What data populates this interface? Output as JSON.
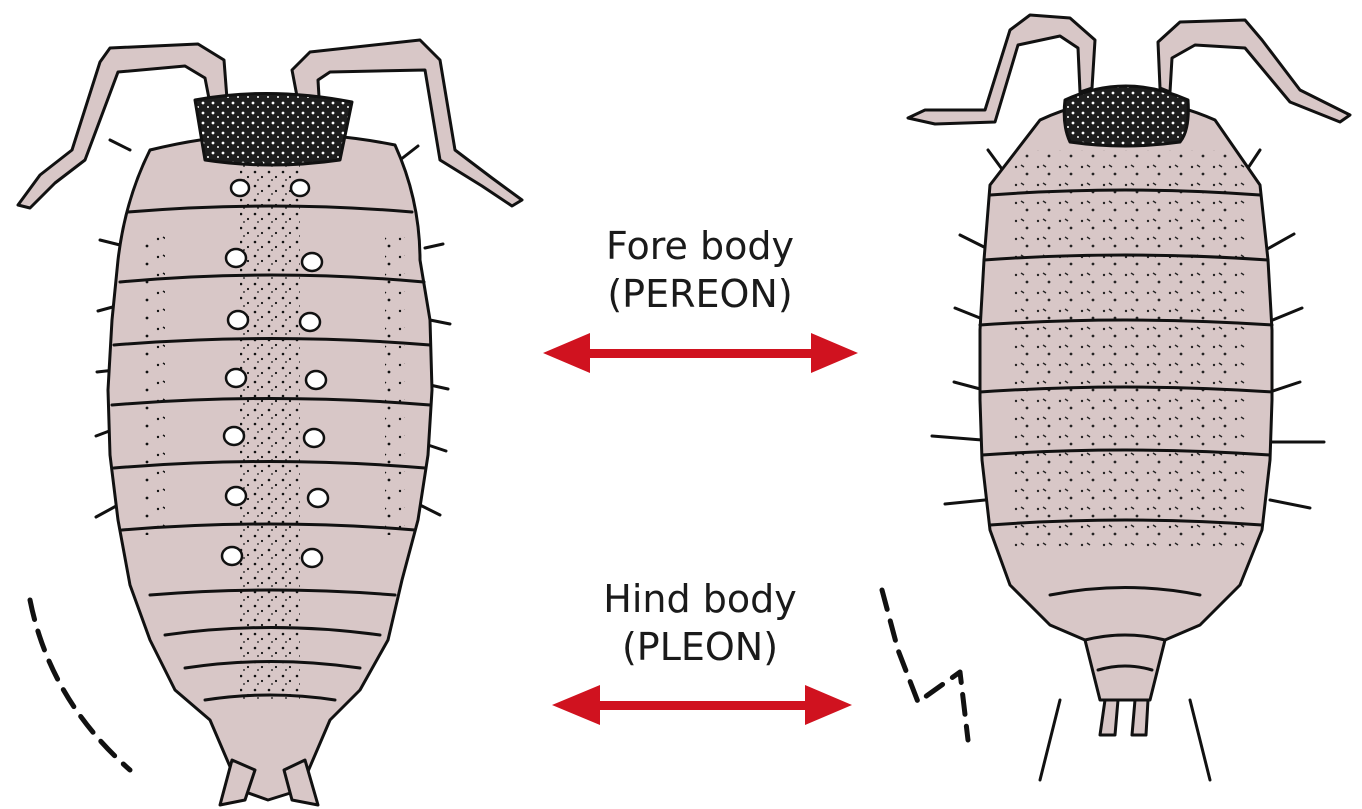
{
  "diagram": {
    "fore_body": {
      "line1": "Fore body",
      "line2": "(PEREON)"
    },
    "hind_body": {
      "line1": "Hind body",
      "line2": "(PLEON)"
    }
  },
  "colors": {
    "body_fill": "#d8c7c7",
    "outline": "#111111",
    "arrow": "#d0121f",
    "head_fill": "#1e1e1e"
  },
  "icons": [
    "woodlouse-illustration-left",
    "woodlouse-illustration-right",
    "double-arrow"
  ]
}
